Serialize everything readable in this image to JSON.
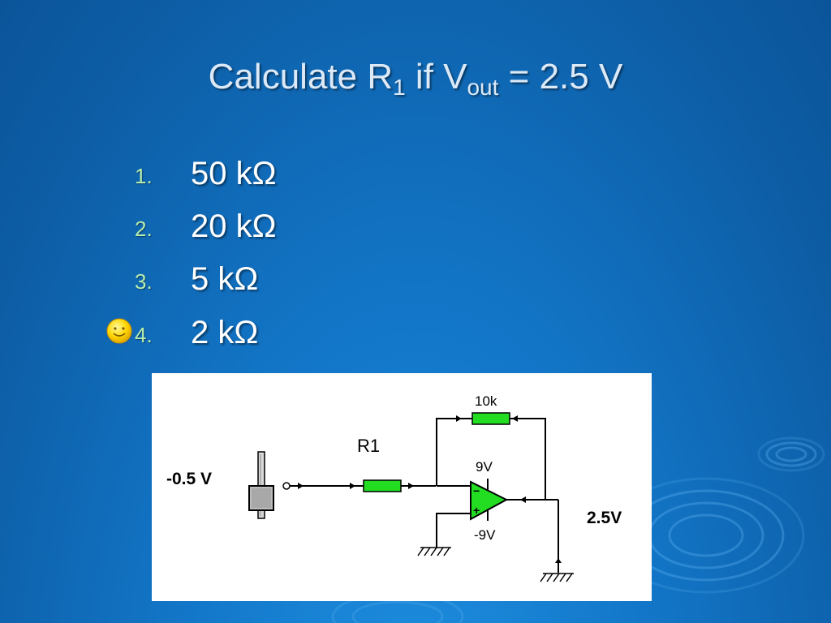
{
  "slide": {
    "title": {
      "prefix": "Calculate R",
      "r_sub": "1",
      "middle": " if V",
      "v_sub": "out",
      "suffix": " = 2.5 V"
    },
    "answers": [
      {
        "number": "1.",
        "value": "50 kΩ"
      },
      {
        "number": "2.",
        "value": "20 kΩ"
      },
      {
        "number": "3.",
        "value": "5 kΩ"
      },
      {
        "number": "4.",
        "value": "2 kΩ",
        "selected": true
      }
    ],
    "selection_icon": "smiley-icon"
  },
  "circuit": {
    "input_voltage": "-0.5 V",
    "input_resistor": "R1",
    "feedback_resistor": "10k",
    "positive_supply": "9V",
    "negative_supply": "-9V",
    "output_voltage": "2.5V",
    "resistor_color": "#22dd22",
    "opamp_color": "#22dd22"
  }
}
